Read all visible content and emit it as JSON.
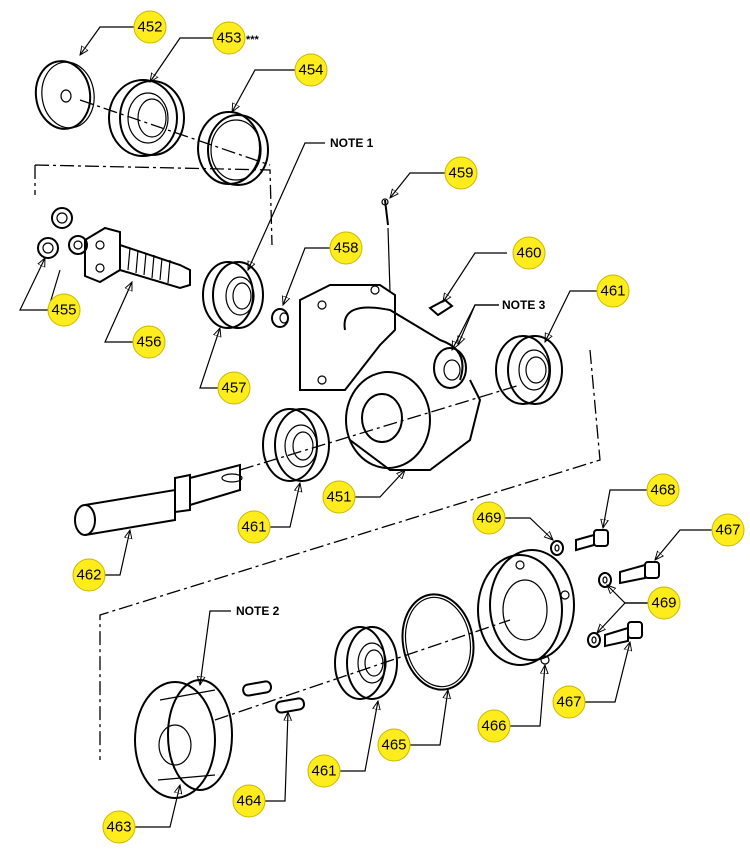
{
  "callouts": [
    "452",
    "453",
    "454",
    "455",
    "456",
    "457",
    "458",
    "459",
    "460",
    "461",
    "451",
    "461",
    "462",
    "468",
    "469",
    "467",
    "469",
    "467",
    "463",
    "464",
    "461",
    "465",
    "466"
  ],
  "notes": [
    "NOTE 1",
    "NOTE 2",
    "NOTE 3"
  ],
  "marker": "***",
  "colors": {
    "callout_fill": "#ffec1c",
    "line": "#000000",
    "background": "#ffffff"
  }
}
